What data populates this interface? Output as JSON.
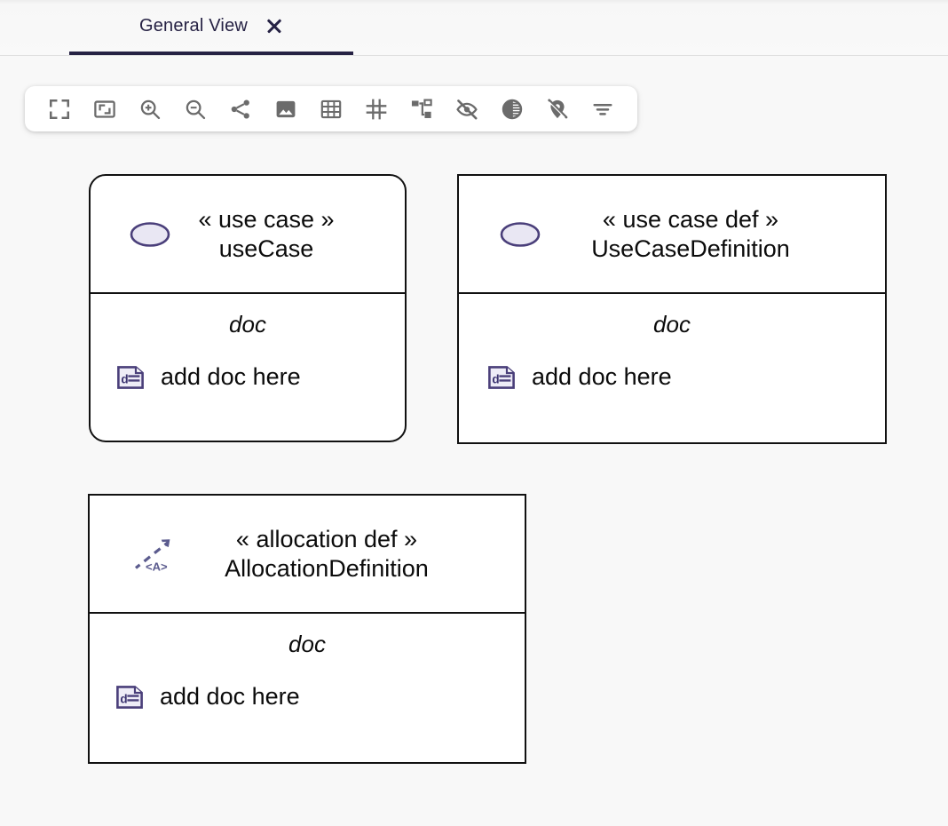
{
  "tabs": [
    {
      "label": "General View",
      "active": true,
      "close_icon": "close-icon"
    }
  ],
  "toolbar": {
    "buttons": [
      {
        "name": "fullscreen-icon",
        "tooltip": "Fullscreen"
      },
      {
        "name": "fit-to-screen-icon",
        "tooltip": "Fit to screen"
      },
      {
        "name": "zoom-in-icon",
        "tooltip": "Zoom in"
      },
      {
        "name": "zoom-out-icon",
        "tooltip": "Zoom out"
      },
      {
        "name": "share-icon",
        "tooltip": "Share"
      },
      {
        "name": "image-icon",
        "tooltip": "Export image"
      },
      {
        "name": "grid-icon",
        "tooltip": "Grid"
      },
      {
        "name": "snap-grid-icon",
        "tooltip": "Snap to grid"
      },
      {
        "name": "tree-layout-icon",
        "tooltip": "Layout"
      },
      {
        "name": "hide-eye-off-icon",
        "tooltip": "Hide elements"
      },
      {
        "name": "contrast-icon",
        "tooltip": "Contrast"
      },
      {
        "name": "pin-off-icon",
        "tooltip": "Unpin"
      },
      {
        "name": "filter-icon",
        "tooltip": "Filter"
      }
    ]
  },
  "colors": {
    "tab_accent": "#262244",
    "canvas_bg": "#f8f8f8",
    "node_border": "#111111",
    "icon_gray": "#6b6b6b",
    "symbol_purple": "#4a3f7a",
    "symbol_fill": "#e6e4f2",
    "allocation_purple": "#5b5b8e"
  },
  "diagram": {
    "nodes": [
      {
        "id": "use-case",
        "shape": "rounded",
        "icon": "ellipse-use-case-icon",
        "stereotype": "« use case »",
        "name": "useCase",
        "compartment": {
          "title": "doc",
          "row_icon": "doc-icon",
          "row_text": "add doc here"
        }
      },
      {
        "id": "use-case-definition",
        "shape": "square",
        "icon": "ellipse-use-case-icon",
        "stereotype": "« use case def »",
        "name": "UseCaseDefinition",
        "compartment": {
          "title": "doc",
          "row_icon": "doc-icon",
          "row_text": "add doc here"
        }
      },
      {
        "id": "allocation-definition",
        "shape": "square",
        "icon": "allocation-arrow-icon",
        "stereotype": "« allocation def »",
        "name": "AllocationDefinition",
        "compartment": {
          "title": "doc",
          "row_icon": "doc-icon",
          "row_text": "add doc here"
        }
      }
    ]
  }
}
